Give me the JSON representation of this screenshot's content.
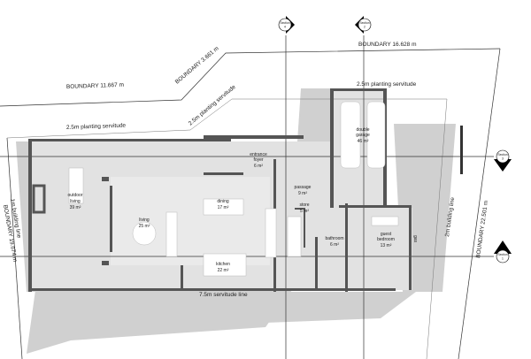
{
  "boundaries": {
    "top_left": "BOUNDARY 11.667 m",
    "diagonal": "BOUNDARY 3.661 m",
    "top_right": "BOUNDARY 16.628 m",
    "right": "BOUNDARY 22.501 m",
    "left": "BOUNDARY 19.674 m"
  },
  "servitudes": {
    "planting_left": "2.5m planting servitude",
    "planting_diagonal": "2.5m planting servitude",
    "planting_right": "2.5m planting servitude",
    "servitude_bottom": "7.5m servitude line",
    "building_line_left": "1m building line",
    "building_line_right": "2m building line"
  },
  "sections": [
    {
      "label": "Section",
      "number": "4"
    },
    {
      "label": "Section",
      "number": "2"
    },
    {
      "label": "Section",
      "number": "3"
    },
    {
      "label": "Section",
      "number": "1"
    }
  ],
  "rooms": {
    "outdoor_living": {
      "name1": "outdoor",
      "name2": "living",
      "area": "39 m²"
    },
    "living": {
      "name": "living",
      "area": "25 m²"
    },
    "dining": {
      "name": "dining",
      "area": "17 m²"
    },
    "entrance_foyer": {
      "name1": "entrance",
      "name2": "foyer",
      "area": "6 m²"
    },
    "kitchen": {
      "name": "kitchen",
      "area": "22 m²"
    },
    "passage": {
      "name": "passage",
      "area": "9 m²"
    },
    "store": {
      "name": "store",
      "area": "5 m²"
    },
    "bathroom": {
      "name": "bathroom",
      "area": "6 m²"
    },
    "guest_bedroom": {
      "name1": "guest",
      "name2": "bedroom",
      "area": "13 m²"
    },
    "double_garage": {
      "name1": "double",
      "name2": "garage",
      "area": "46 m²"
    },
    "gas": "gas"
  },
  "colors": {
    "wall": "#555555",
    "shadow": "#cfcfcf",
    "floor": "#e4e4e4",
    "line": "#222222"
  }
}
